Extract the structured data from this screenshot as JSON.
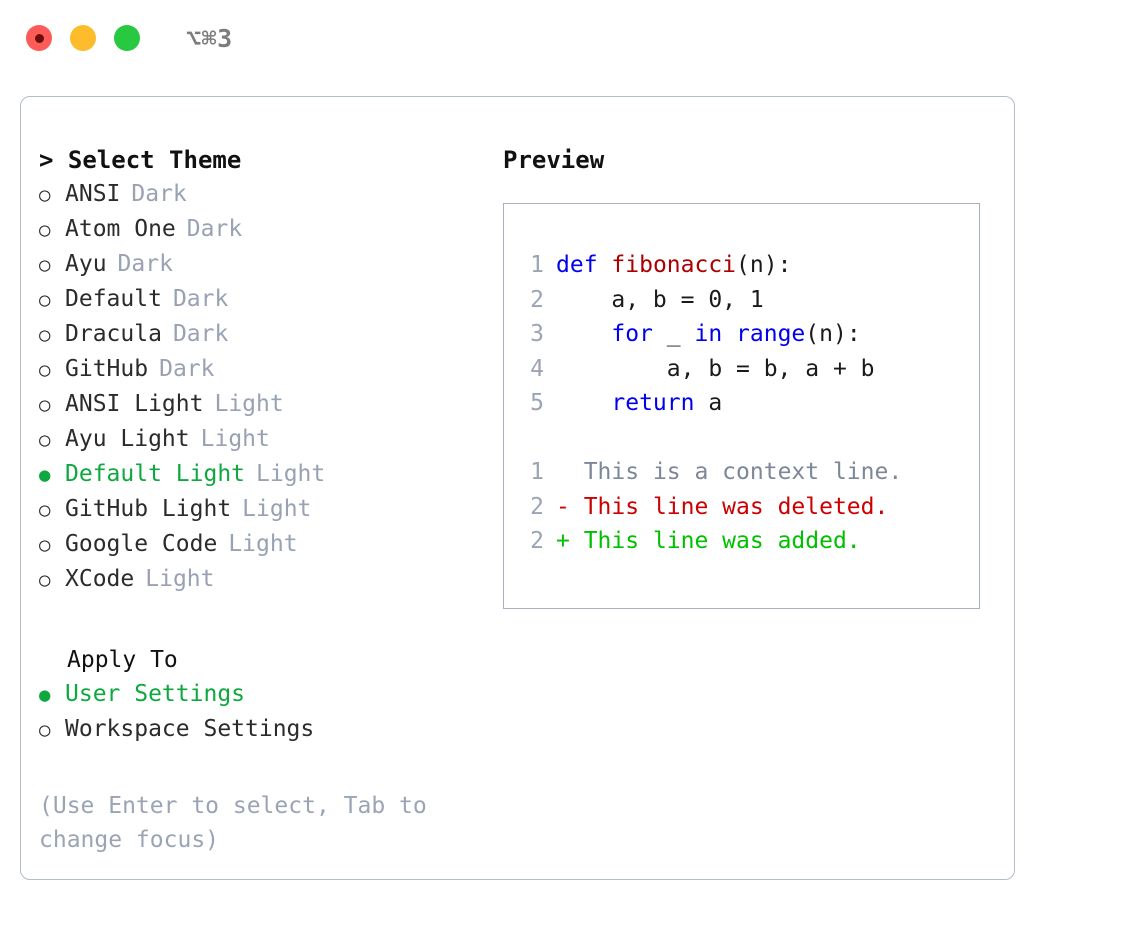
{
  "titlebar": {
    "shortcut": "⌥⌘3",
    "buttons": [
      {
        "name": "close-button",
        "color": "#fc5b57"
      },
      {
        "name": "minimize-button",
        "color": "#fdbc2c"
      },
      {
        "name": "maximize-button",
        "color": "#28c840"
      }
    ]
  },
  "theme_section": {
    "header": "> Select Theme",
    "selected_marker": "●",
    "unselected_marker": "○",
    "items": [
      {
        "label": "ANSI",
        "tag": "Dark",
        "selected": false
      },
      {
        "label": "Atom One",
        "tag": "Dark",
        "selected": false
      },
      {
        "label": "Ayu",
        "tag": "Dark",
        "selected": false
      },
      {
        "label": "Default",
        "tag": "Dark",
        "selected": false
      },
      {
        "label": "Dracula",
        "tag": "Dark",
        "selected": false
      },
      {
        "label": "GitHub",
        "tag": "Dark",
        "selected": false
      },
      {
        "label": "ANSI Light",
        "tag": "Light",
        "selected": false
      },
      {
        "label": "Ayu Light",
        "tag": "Light",
        "selected": false
      },
      {
        "label": "Default Light",
        "tag": "Light",
        "selected": true
      },
      {
        "label": "GitHub Light",
        "tag": "Light",
        "selected": false
      },
      {
        "label": "Google Code",
        "tag": "Light",
        "selected": false
      },
      {
        "label": "XCode",
        "tag": "Light",
        "selected": false
      }
    ]
  },
  "apply_section": {
    "header": "Apply To",
    "items": [
      {
        "label": "User Settings",
        "selected": true
      },
      {
        "label": "Workspace Settings",
        "selected": false
      }
    ]
  },
  "hint": "(Use Enter to select, Tab to change focus)",
  "preview": {
    "title": "Preview",
    "code_lines": [
      {
        "no": "1",
        "tokens": [
          {
            "t": "def",
            "c": "kw"
          },
          {
            "t": " ",
            "c": "plain"
          },
          {
            "t": "fibonacci",
            "c": "fn"
          },
          {
            "t": "(n):",
            "c": "plain"
          }
        ]
      },
      {
        "no": "2",
        "tokens": [
          {
            "t": "    a, b = 0, 1",
            "c": "plain"
          }
        ]
      },
      {
        "no": "3",
        "tokens": [
          {
            "t": "    ",
            "c": "plain"
          },
          {
            "t": "for",
            "c": "kw"
          },
          {
            "t": " _ ",
            "c": "plain"
          },
          {
            "t": "in",
            "c": "kw"
          },
          {
            "t": " ",
            "c": "plain"
          },
          {
            "t": "range",
            "c": "kw"
          },
          {
            "t": "(n):",
            "c": "plain"
          }
        ]
      },
      {
        "no": "4",
        "tokens": [
          {
            "t": "        a, b = b, a + b",
            "c": "plain"
          }
        ]
      },
      {
        "no": "5",
        "tokens": [
          {
            "t": "    ",
            "c": "plain"
          },
          {
            "t": "return",
            "c": "kw"
          },
          {
            "t": " a",
            "c": "plain"
          }
        ]
      }
    ],
    "diff_lines": [
      {
        "no": "1",
        "marker": " ",
        "text": " This is a context line.",
        "kind": "diff-ctx"
      },
      {
        "no": "2",
        "marker": "-",
        "text": " This line was deleted.",
        "kind": "diff-del"
      },
      {
        "no": "2",
        "marker": "+",
        "text": " This line was added.",
        "kind": "diff-add"
      }
    ]
  },
  "colors": {
    "accent_green": "#0fa83f",
    "diff_add": "#00c000",
    "diff_del": "#cc0000",
    "keyword_blue": "#0000ee",
    "function_red": "#aa0000",
    "muted": "#98a2b3",
    "border": "#b4bcc8"
  }
}
